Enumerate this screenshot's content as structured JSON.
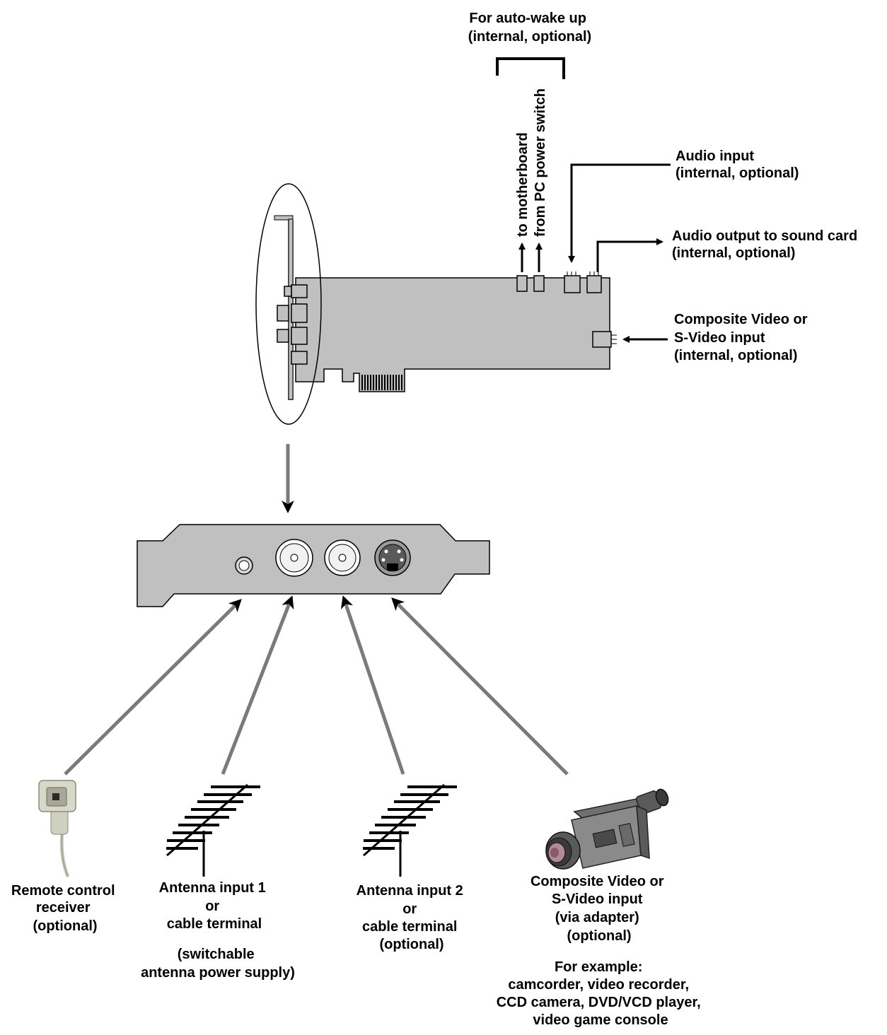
{
  "labels": {
    "auto_wake": [
      "For auto-wake up",
      "(internal, optional)"
    ],
    "to_motherboard": "to motherboard",
    "from_pc_power": "from PC power switch",
    "audio_input": [
      "Audio input",
      "(internal, optional)"
    ],
    "audio_output": [
      "Audio output to sound card",
      "(internal, optional)"
    ],
    "composite_internal": [
      "Composite Video or",
      "S-Video input",
      "(internal, optional)"
    ],
    "remote": [
      "Remote control",
      "receiver",
      "(optional)"
    ],
    "antenna1": [
      "Antenna input 1",
      "or",
      "cable terminal"
    ],
    "antenna1_note": [
      "(switchable",
      "antenna power supply)"
    ],
    "antenna2": [
      "Antenna input 2",
      "or",
      "cable terminal",
      "(optional)"
    ],
    "composite_external": [
      "Composite Video or",
      "S-Video input",
      "(via adapter)",
      "(optional)"
    ],
    "examples": [
      "For example:",
      "camcorder, video recorder,",
      "CCD camera, DVD/VCD player,",
      "video game console"
    ]
  },
  "colors": {
    "board": "#c0c0c0",
    "arrow_gray": "#7a7a7a",
    "stroke": "#000000"
  },
  "icons": [
    "remote-receiver-icon",
    "antenna-icon",
    "camcorder-icon"
  ]
}
